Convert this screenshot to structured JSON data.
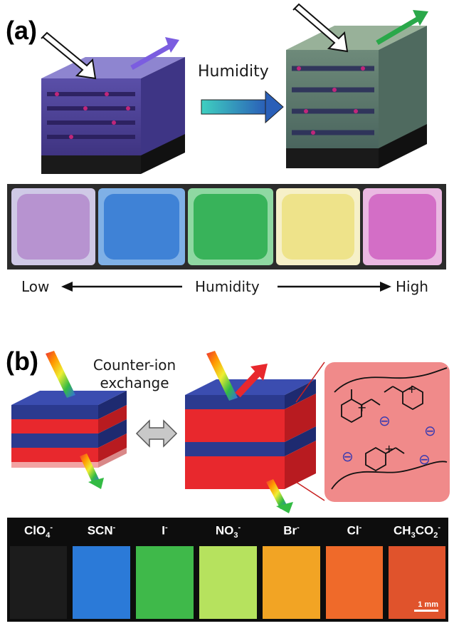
{
  "panel_a": {
    "label": "(a)",
    "arrow_label": "Humidity",
    "axis": {
      "low": "Low",
      "mid": "Humidity",
      "high": "High"
    },
    "swatches": [
      "#b793d0",
      "#3f82d6",
      "#38b35a",
      "#eee38a",
      "#d36ec6"
    ]
  },
  "panel_b": {
    "label": "(b)",
    "exchange_label_line1": "Counter-ion",
    "exchange_label_line2": "exchange",
    "charge_plus": "+",
    "charge_minus": "⊖",
    "ions": [
      {
        "name": "ClO",
        "sub": "4",
        "sup": "-",
        "color": "#1c1c1c"
      },
      {
        "name": "SCN",
        "sub": "",
        "sup": "-",
        "color": "#2b7ad8"
      },
      {
        "name": "I",
        "sub": "",
        "sup": "-",
        "color": "#3fb94a"
      },
      {
        "name": "NO",
        "sub": "3",
        "sup": "-",
        "color": "#b6e25e"
      },
      {
        "name": "Br",
        "sub": "",
        "sup": "-",
        "color": "#f2a424"
      },
      {
        "name": "Cl",
        "sub": "",
        "sup": "-",
        "color": "#ef6a2a"
      },
      {
        "name": "CH",
        "sub": "3",
        "mid": "CO",
        "sub2": "2",
        "sup": "-",
        "color": "#e0532c"
      }
    ],
    "scale_bar": "1 mm"
  },
  "colors": {
    "layer_blue": "#2b3a8f",
    "layer_red": "#e8282d",
    "inset_bg": "#f08a8a",
    "humidity_arrow": "#3aa0c8"
  }
}
